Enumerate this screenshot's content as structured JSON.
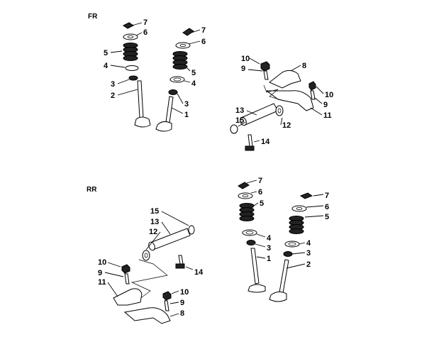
{
  "sections": {
    "front": "FR",
    "rear": "RR"
  },
  "callouts": {
    "fr_valves": [
      "7",
      "6",
      "5",
      "4",
      "3",
      "2",
      "7",
      "6",
      "5",
      "4",
      "3",
      "1"
    ],
    "fr_rocker": [
      "10",
      "9",
      "8",
      "10",
      "9",
      "11",
      "13",
      "15",
      "12",
      "14"
    ],
    "rr_rocker": [
      "15",
      "13",
      "12",
      "10",
      "9",
      "11",
      "14",
      "10",
      "9",
      "8"
    ],
    "rr_valves": [
      "7",
      "6",
      "5",
      "4",
      "3",
      "1",
      "7",
      "6",
      "5",
      "4",
      "3",
      "2"
    ]
  }
}
